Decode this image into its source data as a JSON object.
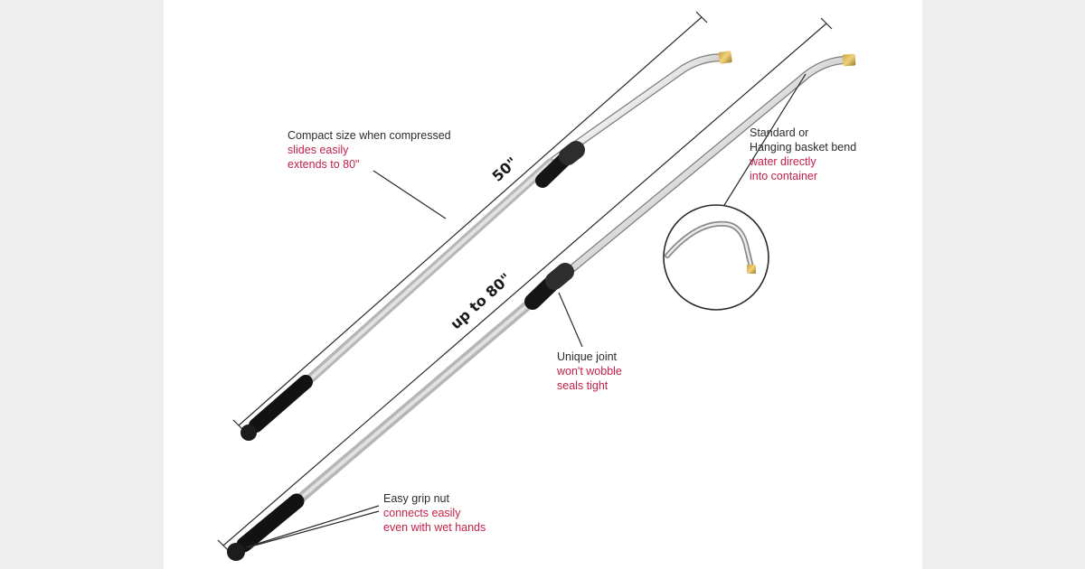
{
  "colors": {
    "accent": "#c4214a",
    "text": "#2c2c2c",
    "background": "#ffffff",
    "side_bars": "#eeeeee"
  },
  "dimensions": {
    "compact": "50\"",
    "extended": "up to 80\""
  },
  "callouts": {
    "compact": {
      "heading": "Compact size when compressed",
      "lines": [
        "slides easily",
        "extends to 80\""
      ]
    },
    "bend": {
      "heading_lines": [
        "Standard or",
        "Hanging basket bend"
      ],
      "lines": [
        "water directly",
        "into container"
      ]
    },
    "joint": {
      "heading": "Unique joint",
      "lines": [
        "won't wobble",
        "seals tight"
      ]
    },
    "grip": {
      "heading": "Easy grip nut",
      "lines": [
        "connects easily",
        "even with wet hands"
      ]
    }
  }
}
